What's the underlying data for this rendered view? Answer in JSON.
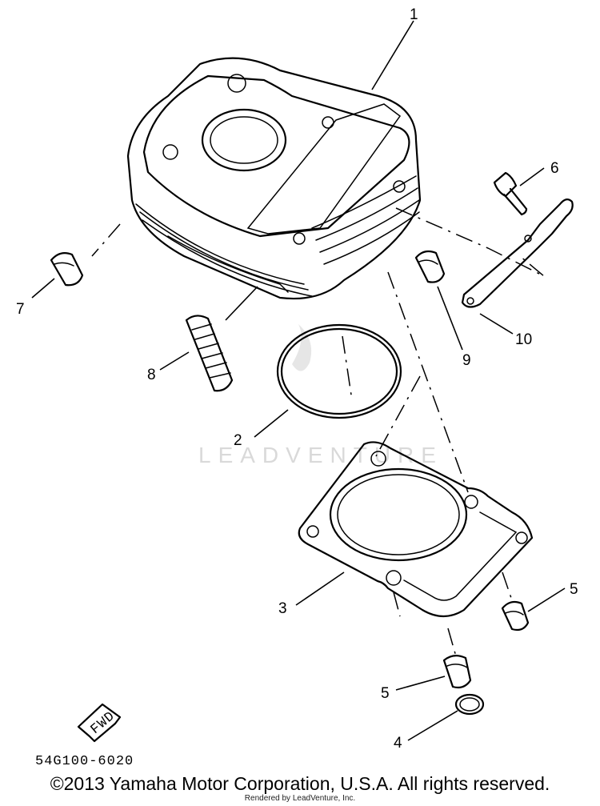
{
  "callouts": {
    "c1": "1",
    "c2": "2",
    "c3": "3",
    "c4": "4",
    "c5a": "5",
    "c5b": "5",
    "c6": "6",
    "c7": "7",
    "c8": "8",
    "c9": "9",
    "c10": "10"
  },
  "fwd_label": "FWD",
  "diagram_code": "54G100-6020",
  "watermark": "LEADVENTURE",
  "copyright": "©2013 Yamaha Motor Corporation, U.S.A. All rights reserved.",
  "rendered_by": "Rendered by LeadVenture, Inc."
}
